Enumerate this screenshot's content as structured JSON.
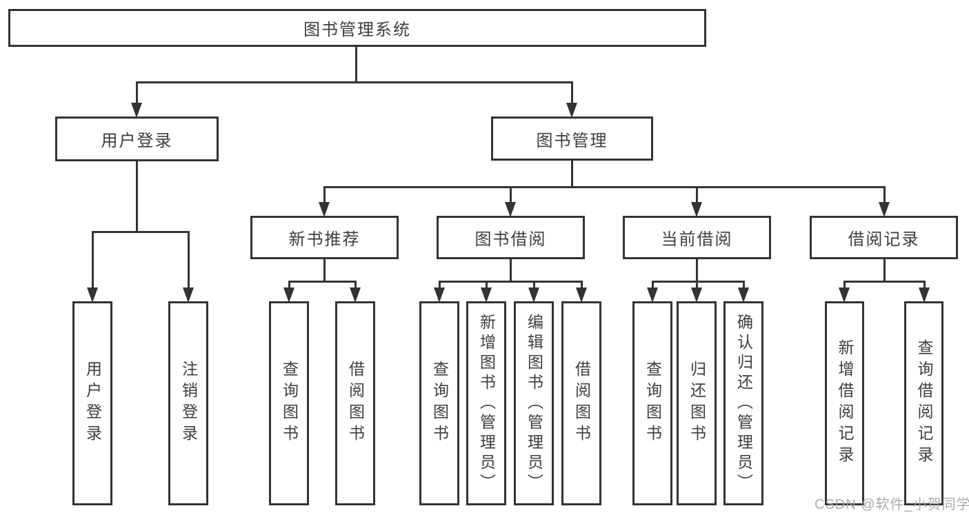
{
  "tree": {
    "root": {
      "label": "图书管理系统",
      "children": [
        {
          "label": "用户登录",
          "children": [
            {
              "label": "用户登录"
            },
            {
              "label": "注销登录"
            }
          ]
        },
        {
          "label": "图书管理",
          "children": [
            {
              "label": "新书推荐",
              "children": [
                {
                  "label": "查询图书"
                },
                {
                  "label": "借阅图书"
                }
              ]
            },
            {
              "label": "图书借阅",
              "children": [
                {
                  "label": "查询图书"
                },
                {
                  "label": "新增图书（管理员）"
                },
                {
                  "label": "编辑图书（管理员）"
                },
                {
                  "label": "借阅图书"
                }
              ]
            },
            {
              "label": "当前借阅",
              "children": [
                {
                  "label": "查询图书"
                },
                {
                  "label": "归还图书"
                },
                {
                  "label": "确认归还（管理员）"
                }
              ]
            },
            {
              "label": "借阅记录",
              "children": [
                {
                  "label": "新增借阅记录"
                },
                {
                  "label": "查询借阅记录"
                }
              ]
            }
          ]
        }
      ]
    }
  },
  "watermark": {
    "text": "CSDN @软件_小贺同学",
    "color": "#a5a5a5"
  },
  "colors": {
    "line": "#333333",
    "text": "#3d3d3d",
    "background": "#ffffff"
  }
}
